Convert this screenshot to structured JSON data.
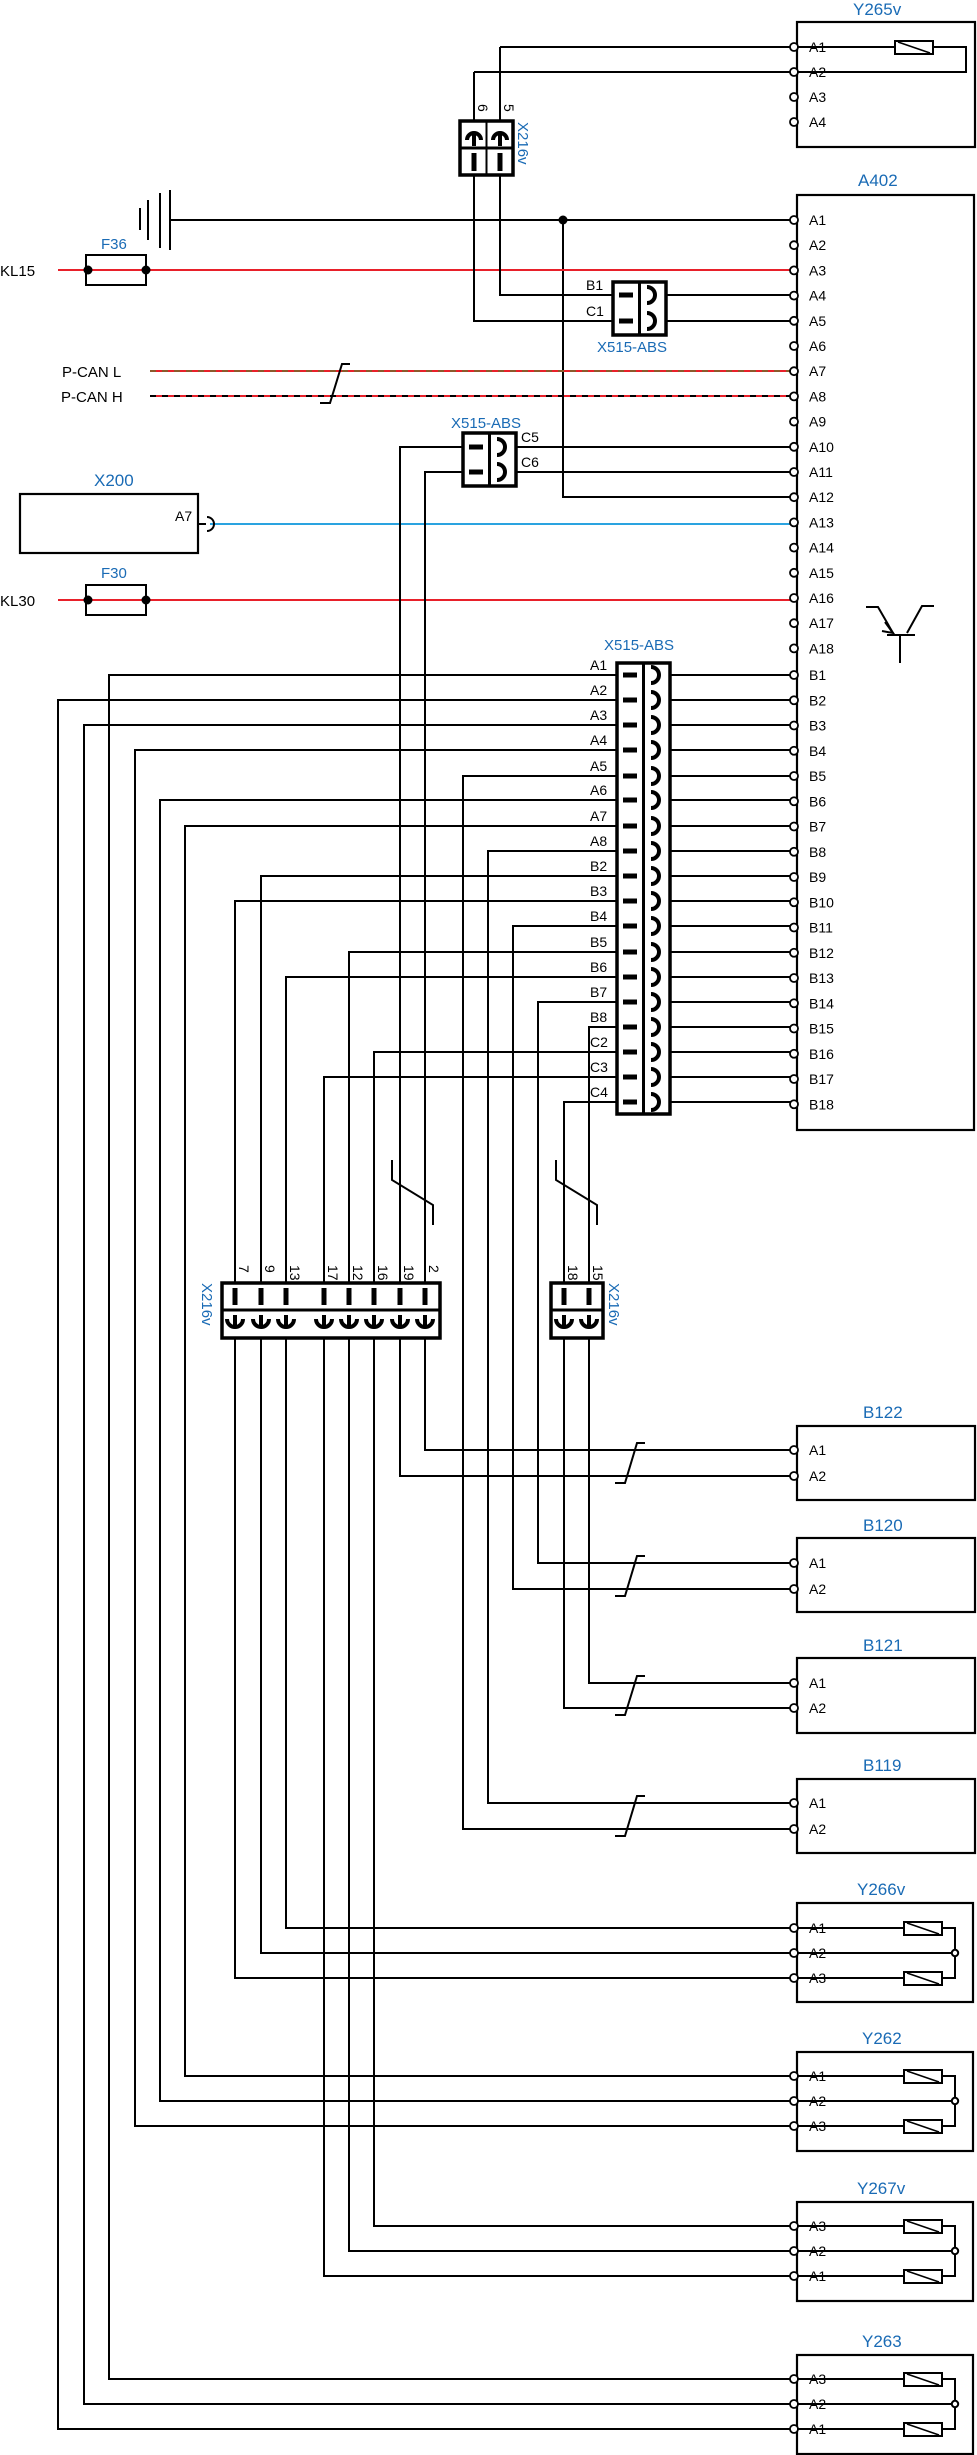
{
  "colors": {
    "wire": "#000000",
    "power": "#e8202a",
    "signal": "#2aa3e0",
    "can_l": "#8b5a2b",
    "label_blue": "#1a6bb5"
  },
  "sources": {
    "kl15": "KL15",
    "kl30": "KL30",
    "f36": "F36",
    "f30": "F30",
    "pcan_l": "P-CAN L",
    "pcan_h": "P-CAN H",
    "x200": {
      "title": "X200",
      "pin": "A7"
    }
  },
  "components": {
    "y265v": {
      "title": "Y265v",
      "pins": [
        "A1",
        "A2",
        "A3",
        "A4"
      ]
    },
    "a402": {
      "title": "A402",
      "pins": [
        "A1",
        "A2",
        "A3",
        "A4",
        "A5",
        "A6",
        "A7",
        "A8",
        "A9",
        "A10",
        "A11",
        "A12",
        "A13",
        "A14",
        "A15",
        "A16",
        "A17",
        "A18",
        "B1",
        "B2",
        "B3",
        "B4",
        "B5",
        "B6",
        "B7",
        "B8",
        "B9",
        "B10",
        "B11",
        "B12",
        "B13",
        "B14",
        "B15",
        "B16",
        "B17",
        "B18"
      ]
    },
    "b122": {
      "title": "B122",
      "pins": [
        "A1",
        "A2"
      ]
    },
    "b120": {
      "title": "B120",
      "pins": [
        "A1",
        "A2"
      ]
    },
    "b121": {
      "title": "B121",
      "pins": [
        "A1",
        "A2"
      ]
    },
    "b119": {
      "title": "B119",
      "pins": [
        "A1",
        "A2"
      ]
    },
    "y266v": {
      "title": "Y266v",
      "pins": [
        "A1",
        "A2",
        "A3"
      ]
    },
    "y262": {
      "title": "Y262",
      "pins": [
        "A1",
        "A2",
        "A3"
      ]
    },
    "y267v": {
      "title": "Y267v",
      "pins": [
        "A3",
        "A2",
        "A1"
      ]
    },
    "y263": {
      "title": "Y263",
      "pins": [
        "A3",
        "A2",
        "A1"
      ]
    }
  },
  "connectors": {
    "x216v_top": {
      "name": "X216v",
      "pins": [
        "6",
        "5"
      ]
    },
    "x515_b1c1": {
      "name": "X515-ABS",
      "pins": [
        "B1",
        "C1"
      ]
    },
    "x515_c5c6": {
      "name": "X515-ABS",
      "pins": [
        "C5",
        "C6"
      ]
    },
    "x515_main": {
      "name": "X515-ABS",
      "pins": [
        "A1",
        "A2",
        "A3",
        "A4",
        "A5",
        "A6",
        "A7",
        "A8",
        "B2",
        "B3",
        "B4",
        "B5",
        "B6",
        "B7",
        "B8",
        "C2",
        "C3",
        "C4"
      ]
    },
    "x216v_left": {
      "name": "X216v",
      "pins": [
        "7",
        "9",
        "13",
        "17",
        "12",
        "16",
        "19",
        "2"
      ]
    },
    "x216v_right": {
      "name": "X216v",
      "pins": [
        "18",
        "15"
      ]
    }
  }
}
